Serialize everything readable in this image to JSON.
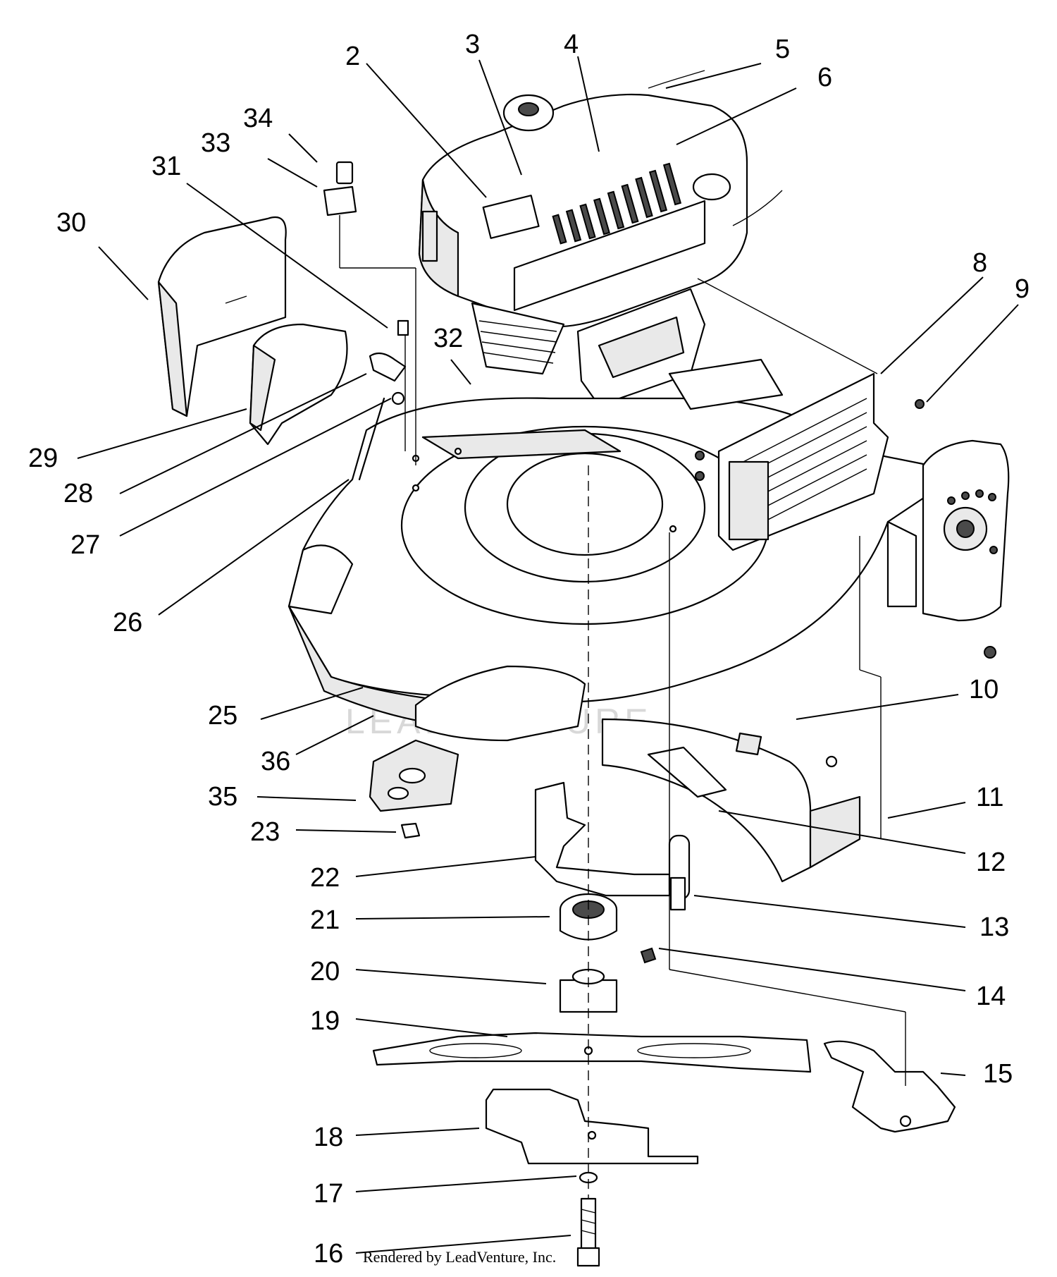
{
  "diagram": {
    "callouts": [
      {
        "id": "2",
        "label": "2"
      },
      {
        "id": "3",
        "label": "3"
      },
      {
        "id": "4",
        "label": "4"
      },
      {
        "id": "5",
        "label": "5"
      },
      {
        "id": "6",
        "label": "6"
      },
      {
        "id": "8",
        "label": "8"
      },
      {
        "id": "9",
        "label": "9"
      },
      {
        "id": "10",
        "label": "10"
      },
      {
        "id": "11",
        "label": "11"
      },
      {
        "id": "12",
        "label": "12"
      },
      {
        "id": "13",
        "label": "13"
      },
      {
        "id": "14",
        "label": "14"
      },
      {
        "id": "15",
        "label": "15"
      },
      {
        "id": "16",
        "label": "16"
      },
      {
        "id": "17",
        "label": "17"
      },
      {
        "id": "18",
        "label": "18"
      },
      {
        "id": "19",
        "label": "19"
      },
      {
        "id": "20",
        "label": "20"
      },
      {
        "id": "21",
        "label": "21"
      },
      {
        "id": "22",
        "label": "22"
      },
      {
        "id": "23",
        "label": "23"
      },
      {
        "id": "25",
        "label": "25"
      },
      {
        "id": "26",
        "label": "26"
      },
      {
        "id": "27",
        "label": "27"
      },
      {
        "id": "28",
        "label": "28"
      },
      {
        "id": "29",
        "label": "29"
      },
      {
        "id": "30",
        "label": "30"
      },
      {
        "id": "31",
        "label": "31"
      },
      {
        "id": "32",
        "label": "32"
      },
      {
        "id": "33",
        "label": "33"
      },
      {
        "id": "34",
        "label": "34"
      },
      {
        "id": "35",
        "label": "35"
      },
      {
        "id": "36",
        "label": "36"
      }
    ],
    "credit": "Rendered by LeadVenture, Inc.",
    "watermark": "LEADVENTURE"
  }
}
